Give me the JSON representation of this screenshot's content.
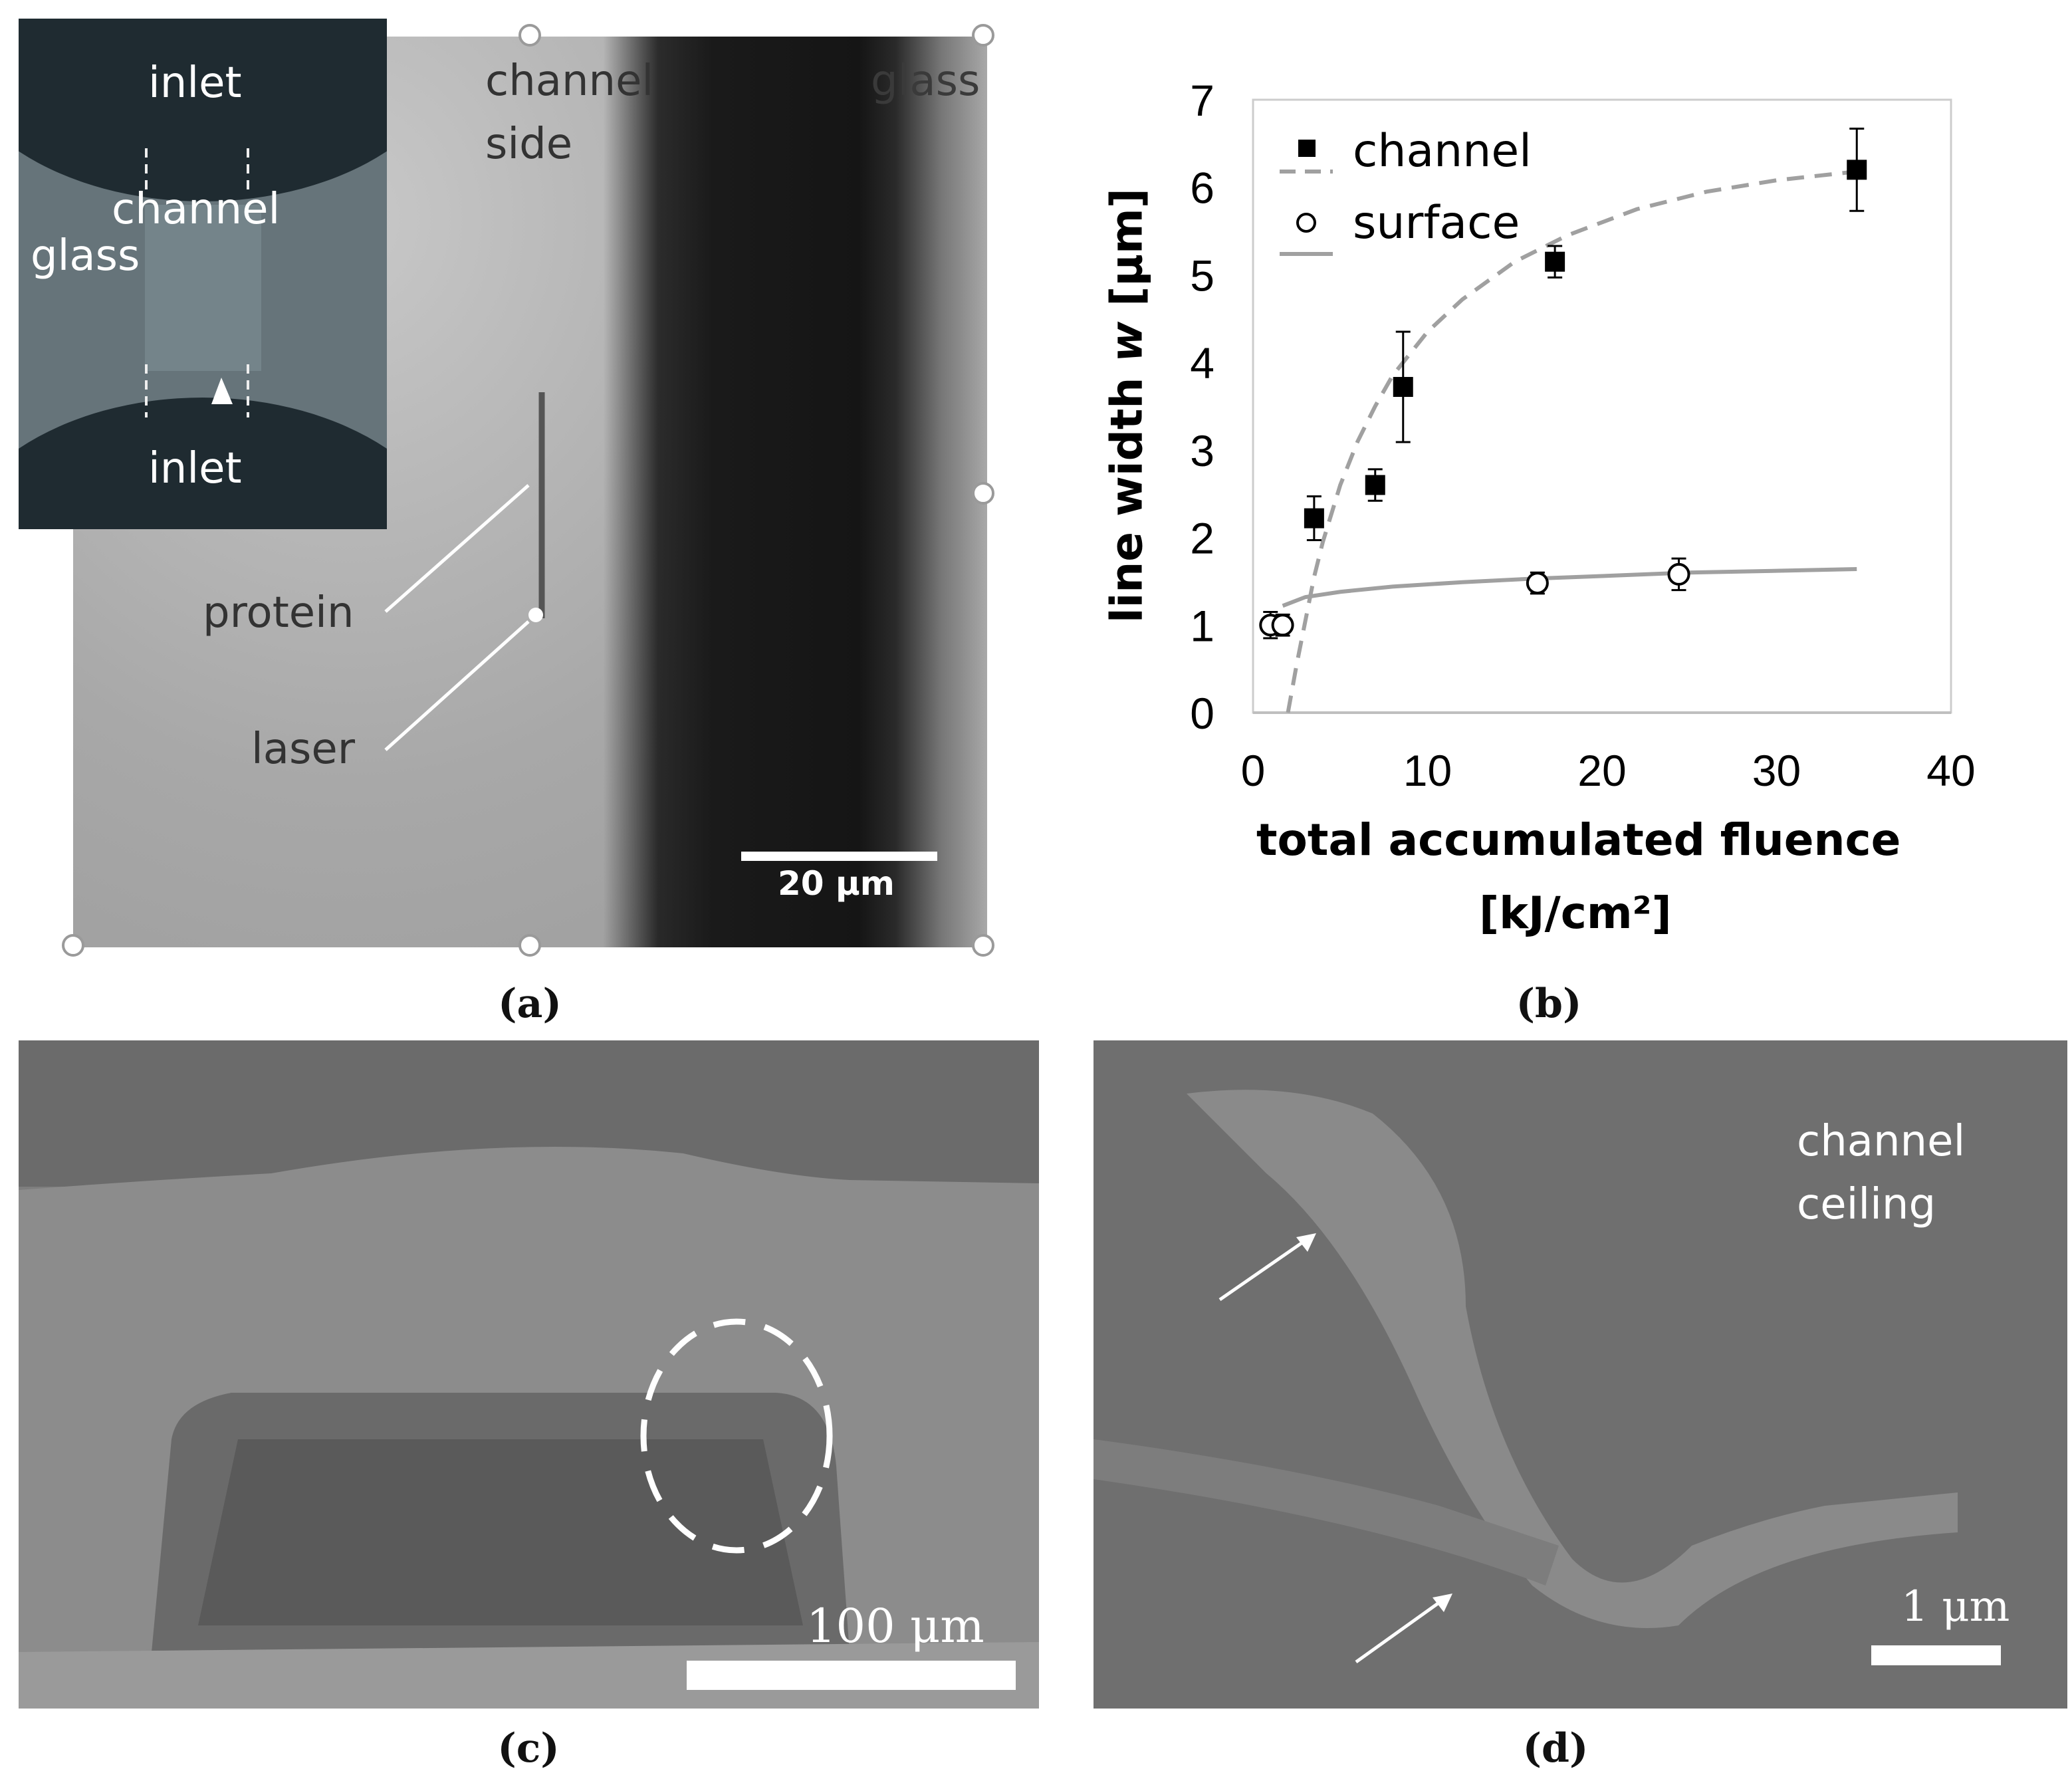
{
  "panel_a": {
    "caption": "(a)",
    "labels": {
      "channel_side_1": "channel",
      "channel_side_2": "side",
      "glass": "glass",
      "protein": "protein",
      "laser": "laser"
    },
    "scalebar": "20 μm",
    "inset": {
      "inlet_top": "inlet",
      "channel": "channel",
      "glass": "glass",
      "inlet_bottom": "inlet"
    }
  },
  "panel_b": {
    "caption": "(b)",
    "xlabel_1": "total accumulated fluence",
    "xlabel_2": "[kJ/cm²]",
    "ylabel_prefix": "line width ",
    "ylabel_var": "w",
    "ylabel_suffix": " [μm]",
    "legend": {
      "channel": "channel",
      "surface": "surface"
    }
  },
  "panel_c": {
    "caption": "(c)",
    "scalebar": "100 μm"
  },
  "panel_d": {
    "caption": "(d)",
    "label_1": "channel",
    "label_2": "ceiling",
    "scalebar": "1 μm"
  },
  "chart_data": {
    "type": "scatter",
    "xlabel": "total accumulated fluence [kJ/cm²]",
    "ylabel": "line width w [μm]",
    "xlim": [
      0,
      40
    ],
    "ylim": [
      0,
      7
    ],
    "xticks": [
      0,
      10,
      20,
      30,
      40
    ],
    "yticks": [
      0,
      1,
      2,
      3,
      4,
      5,
      6,
      7
    ],
    "grid": false,
    "legend_position": "top-left",
    "series": [
      {
        "name": "channel",
        "marker": "filled-square",
        "color": "#000000",
        "points": [
          {
            "x": 3.5,
            "y": 2.22,
            "err": 0.25
          },
          {
            "x": 7.0,
            "y": 2.6,
            "err": 0.18
          },
          {
            "x": 8.6,
            "y": 3.72,
            "err": 0.63
          },
          {
            "x": 17.3,
            "y": 5.15,
            "err": 0.18
          },
          {
            "x": 34.6,
            "y": 6.2,
            "err": 0.47
          }
        ],
        "fit": {
          "style": "dashed",
          "color": "#a0a0a0",
          "x": [
            2.0,
            2.5,
            3.0,
            3.5,
            4.0,
            5.0,
            6.0,
            7.0,
            8.0,
            10.0,
            12.0,
            15.0,
            18.0,
            22.0,
            26.0,
            30.0,
            34.6
          ],
          "y": [
            0.0,
            0.55,
            1.05,
            1.55,
            1.95,
            2.6,
            3.1,
            3.5,
            3.85,
            4.35,
            4.72,
            5.15,
            5.45,
            5.75,
            5.95,
            6.08,
            6.18
          ]
        }
      },
      {
        "name": "surface",
        "marker": "open-circle",
        "color": "#000000",
        "points": [
          {
            "x": 1.0,
            "y": 1.0,
            "err": 0.15
          },
          {
            "x": 1.7,
            "y": 1.0,
            "err": 0.12
          },
          {
            "x": 16.3,
            "y": 1.48,
            "err": 0.12
          },
          {
            "x": 24.4,
            "y": 1.58,
            "err": 0.18
          }
        ],
        "fit": {
          "style": "solid",
          "color": "#a0a0a0",
          "x": [
            1.7,
            3.0,
            5.0,
            8.0,
            12.0,
            16.0,
            20.0,
            25.0,
            30.0,
            34.6
          ],
          "y": [
            1.22,
            1.32,
            1.38,
            1.44,
            1.49,
            1.53,
            1.56,
            1.6,
            1.62,
            1.64
          ]
        }
      }
    ]
  }
}
